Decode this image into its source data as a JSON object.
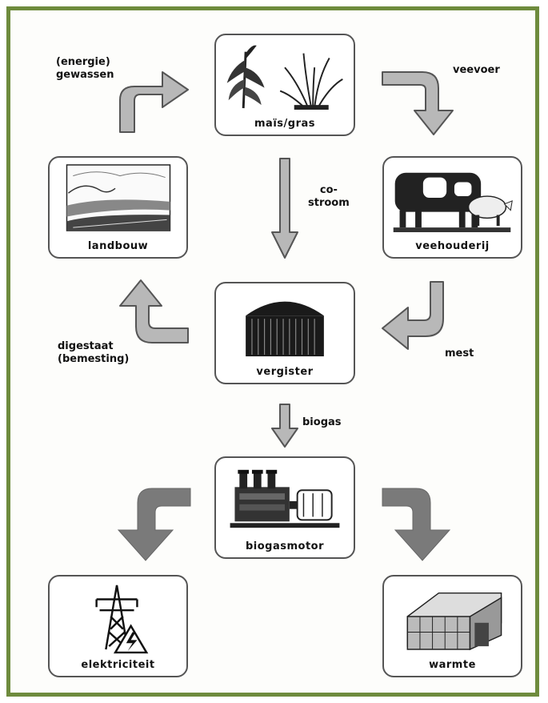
{
  "diagram": {
    "nodes": {
      "crops": "maïs/gras",
      "farming": "landbouw",
      "livestock": "veehouderij",
      "digester": "vergister",
      "engine": "biogasmotor",
      "electricity": "elektriciteit",
      "heat": "warmte"
    },
    "flows": {
      "energy_crops": "(energie)\ngewassen",
      "feed": "veevoer",
      "co_stream": "co-\nstroom",
      "manure": "mest",
      "digestate": "digestaat\n(bemesting)",
      "biogas": "biogas"
    },
    "colors": {
      "frame": "#6e8b3d",
      "arrow_fill": "#b8b8b8",
      "arrow_stroke": "#555555",
      "output_arrow": "#7a7a7a"
    }
  }
}
